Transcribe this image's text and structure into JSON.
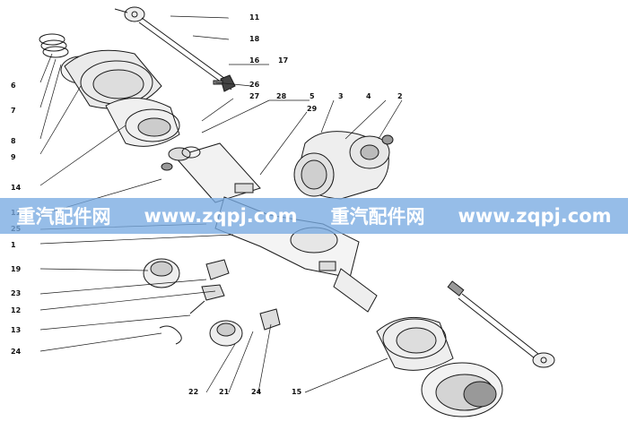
{
  "diagram": {
    "part_labels": [
      "11",
      "18",
      "16",
      "17",
      "26",
      "27",
      "28",
      "5",
      "29",
      "3",
      "4",
      "2",
      "6",
      "7",
      "8",
      "9",
      "14",
      "11",
      "25",
      "1",
      "19",
      "23",
      "12",
      "13",
      "24",
      "22",
      "21",
      "24",
      "15"
    ]
  },
  "watermark": {
    "items": [
      "重汽配件网",
      "www.zqpj.com",
      "重汽配件网",
      "www.zqpj.com"
    ]
  },
  "colors": {
    "ink": "#1a1a1a",
    "watermark_band": "#78aae1"
  }
}
